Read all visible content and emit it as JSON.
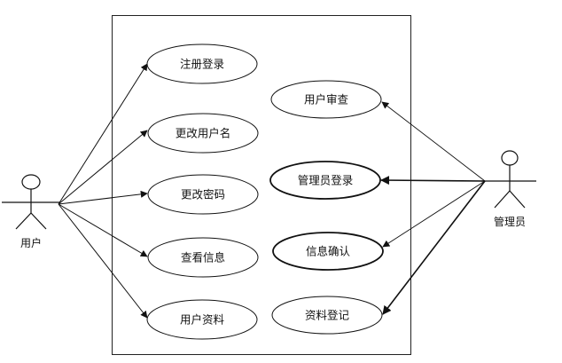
{
  "diagram": {
    "actors": {
      "user": {
        "label": "用户"
      },
      "admin": {
        "label": "管理员"
      }
    },
    "use_cases": {
      "register_login": "注册登录",
      "change_username": "更改用户名",
      "change_password": "更改密码",
      "view_info": "查看信息",
      "user_profile": "用户资料",
      "user_review": "用户审查",
      "admin_login": "管理员登录",
      "info_confirm": "信息确认",
      "profile_register": "资料登记"
    }
  }
}
